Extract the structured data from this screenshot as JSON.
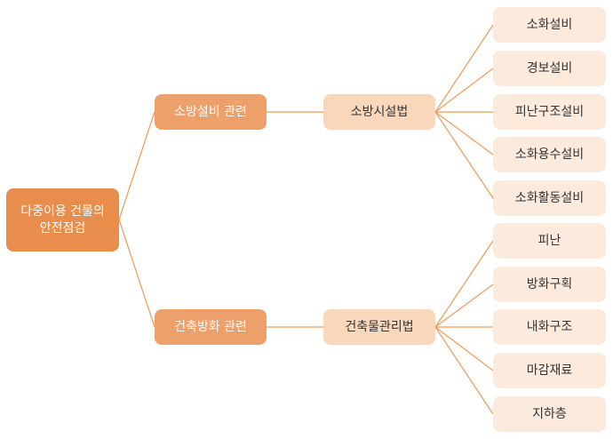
{
  "root": {
    "line1": "다중이용 건물의",
    "line2": "안전점검"
  },
  "branches": [
    {
      "label": "소방설비 관련",
      "law": "소방시설법",
      "items": [
        "소화설비",
        "경보설비",
        "피난구조설비",
        "소화용수설비",
        "소화활동설비"
      ]
    },
    {
      "label": "건축방화 관련",
      "law": "건축물관리법",
      "items": [
        "피난",
        "방화구획",
        "내화구조",
        "마감재료",
        "지하층"
      ]
    }
  ],
  "colors": {
    "root": "#e98d4c",
    "category": "#eea06a",
    "law": "#f9d7bb",
    "leaf": "#fcebdc",
    "line": "#ee9a55"
  }
}
